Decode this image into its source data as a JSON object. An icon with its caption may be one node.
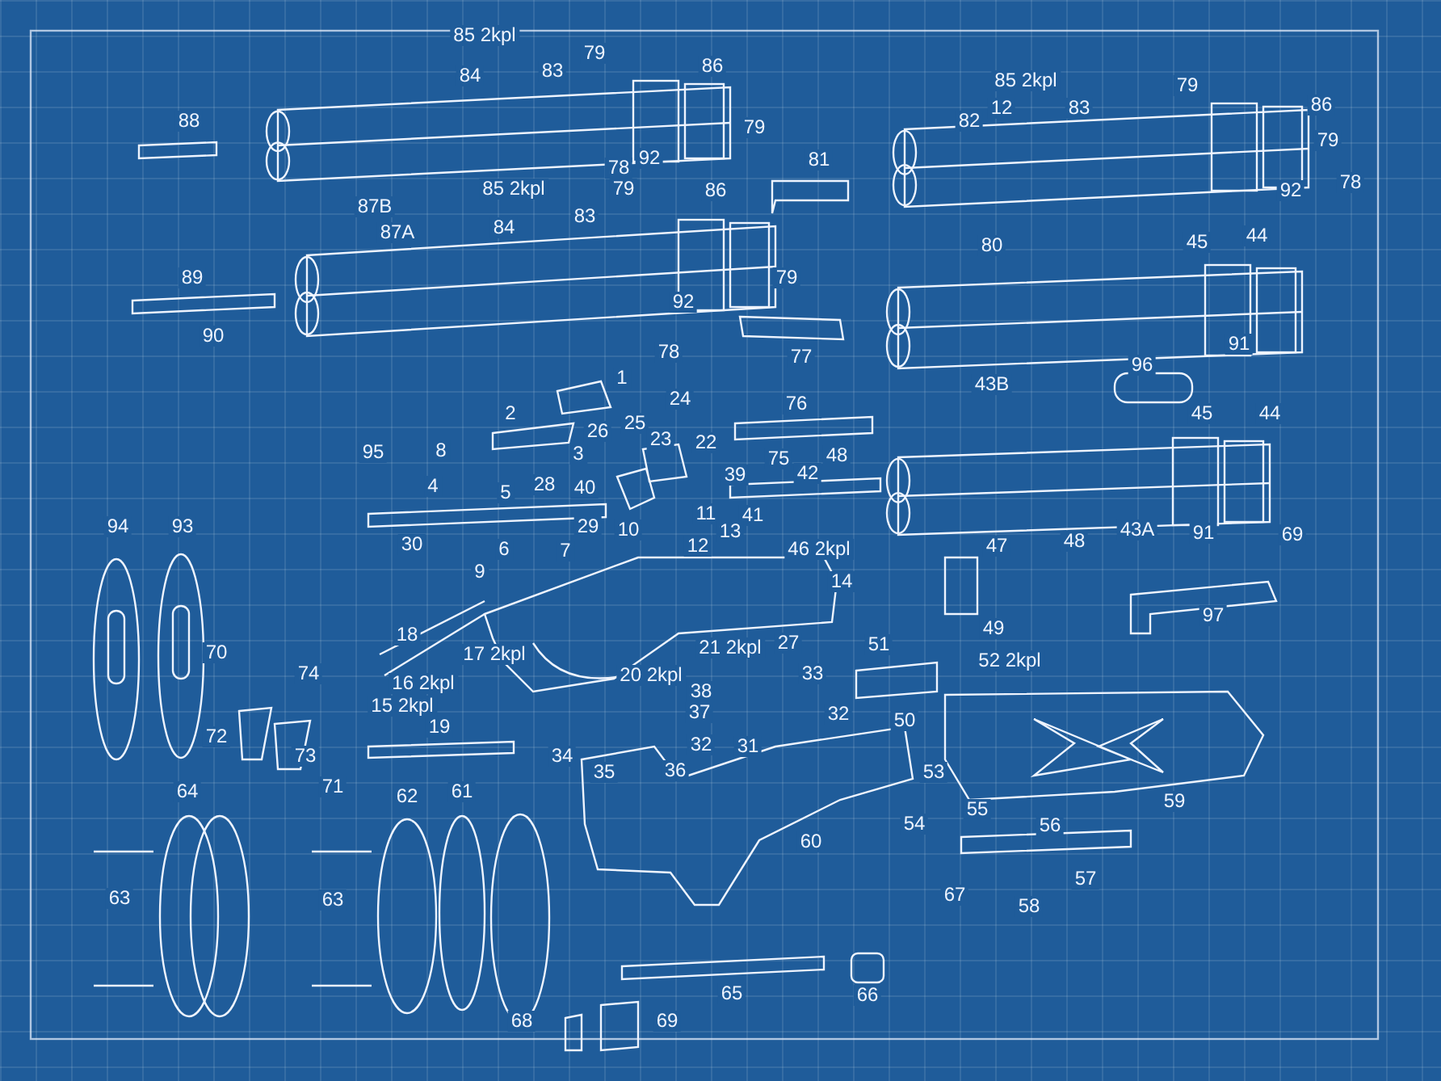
{
  "diagram": {
    "labels": [
      "85 2kpl",
      "79",
      "84",
      "83",
      "86",
      "79",
      "92",
      "78",
      "88",
      "87B",
      "81",
      "85 2kpl",
      "79",
      "82",
      "12",
      "83",
      "86",
      "79",
      "92",
      "78",
      "80",
      "87A",
      "85 2kpl",
      "79",
      "86",
      "83",
      "84",
      "79",
      "92",
      "89",
      "90",
      "78",
      "77",
      "45",
      "44",
      "91",
      "43B",
      "96",
      "1",
      "24",
      "76",
      "2",
      "26",
      "25",
      "23",
      "22",
      "45",
      "44",
      "95",
      "8",
      "3",
      "39",
      "75",
      "48",
      "42",
      "4",
      "5",
      "28",
      "40",
      "11",
      "41",
      "30",
      "6",
      "7",
      "29",
      "10",
      "12",
      "13",
      "46 2kpl",
      "47",
      "48",
      "43A",
      "91",
      "69",
      "94",
      "93",
      "9",
      "14",
      "97",
      "49",
      "18",
      "17 2kpl",
      "21 2kpl",
      "27",
      "51",
      "52 2kpl",
      "70",
      "74",
      "16 2kpl",
      "15 2kpl",
      "20 2kpl",
      "38",
      "33",
      "72",
      "37",
      "32",
      "50",
      "34",
      "32",
      "31",
      "35",
      "36",
      "53",
      "73",
      "19",
      "71",
      "55",
      "59",
      "56",
      "64",
      "62",
      "61",
      "60",
      "54",
      "63",
      "63",
      "67",
      "58",
      "57",
      "65",
      "66",
      "68",
      "69"
    ]
  }
}
